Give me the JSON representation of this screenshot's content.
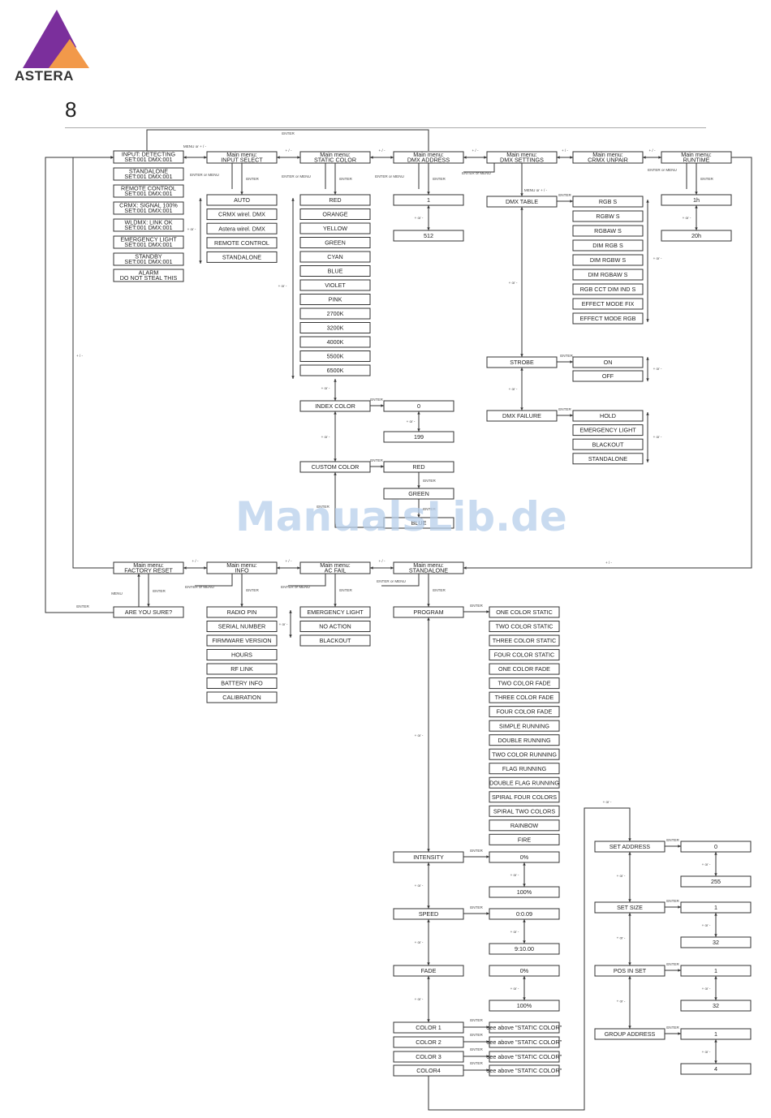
{
  "brand": {
    "name": "ASTERA",
    "colors": {
      "purple": "#7b2f9c",
      "orange": "#f2994a"
    }
  },
  "page": {
    "number": "8",
    "watermark": "ManualsLib.de"
  },
  "diagram": {
    "edge_labels": {
      "enter": "ENTER",
      "enter_or_menu": "ENTER or MENU",
      "menu": "MENU",
      "menu_plus_minus": "MENU or + / -",
      "plus_minus": "+ / -",
      "plus_or_minus": "+ or -"
    },
    "input_list": [
      [
        "INPUT: DETECTING",
        "SET:001  DMX:001"
      ],
      [
        "STANDALONE",
        "SET:001  DMX:001"
      ],
      [
        "REMOTE CONTROL",
        "SET:001  DMX:001"
      ],
      [
        "CRMX: SIGNAL 100%",
        "SET:001  DMX:001"
      ],
      [
        "WLDMX: LINK OK",
        "SET:001  DMX:001"
      ],
      [
        "EMERGENCY LIGHT",
        "SET:001  DMX:001"
      ],
      [
        "STANDBY",
        "SET:001  DMX:001"
      ],
      [
        "ALARM",
        "DO NOT STEAL THIS"
      ]
    ],
    "main_menus_top": [
      [
        "Main menu:",
        "INPUT SELECT"
      ],
      [
        "Main menu:",
        "STATIC COLOR"
      ],
      [
        "Main menu:",
        "DMX ADDRESS"
      ],
      [
        "Main menu:",
        "DMX SETTINGS"
      ],
      [
        "Main menu:",
        "CRMX UNPAIR"
      ],
      [
        "Main menu:",
        "RUNTIME"
      ]
    ],
    "main_menus_bottom": [
      [
        "Main menu:",
        "FACTORY RESET"
      ],
      [
        "Main menu:",
        "INFO"
      ],
      [
        "Main menu:",
        "AC FAIL"
      ],
      [
        "Main menu:",
        "STANDALONE"
      ]
    ],
    "input_select": [
      "AUTO",
      "CRMX wirel. DMX",
      "Astera wirel. DMX",
      "REMOTE CONTROL",
      "STANDALONE"
    ],
    "static_colors": [
      "RED",
      "ORANGE",
      "YELLOW",
      "GREEN",
      "CYAN",
      "BLUE",
      "VIOLET",
      "PINK",
      "2700K",
      "3200K",
      "4000K",
      "5500K",
      "6500K"
    ],
    "index_color": {
      "label": "INDEX COLOR",
      "min": "0",
      "max": "199"
    },
    "custom_color": {
      "label": "CUSTOM COLOR",
      "items": [
        "RED",
        "GREEN",
        "BLUE"
      ]
    },
    "dmx_address": {
      "min": "1",
      "max": "512"
    },
    "dmx_settings": {
      "table_label": "DMX TABLE",
      "tables": [
        "RGB S",
        "RGBW S",
        "RGBAW S",
        "DIM RGB S",
        "DIM RGBW S",
        "DIM RGBAW S",
        "RGB CCT DIM IND S",
        "EFFECT MODE FIX",
        "EFFECT MODE RGB"
      ],
      "strobe_label": "STROBE",
      "strobe": [
        "ON",
        "OFF"
      ],
      "failure_label": "DMX FAILURE",
      "failure": [
        "HOLD",
        "EMERGENCY LIGHT",
        "BLACKOUT",
        "STANDALONE"
      ]
    },
    "runtime": {
      "min": "1h",
      "max": "20h"
    },
    "factory_reset": {
      "confirm": "ARE YOU SURE?"
    },
    "info": [
      "RADIO PIN",
      "SERIAL NUMBER",
      "FIRMWARE VERSION",
      "HOURS",
      "RF LINK",
      "BATTERY INFO",
      "CALIBRATION"
    ],
    "ac_fail": [
      "EMERGENCY LIGHT",
      "NO ACTION",
      "BLACKOUT"
    ],
    "standalone": {
      "program_label": "PROGRAM",
      "programs": [
        "ONE COLOR STATIC",
        "TWO COLOR STATIC",
        "THREE COLOR STATIC",
        "FOUR COLOR STATIC",
        "ONE COLOR FADE",
        "TWO COLOR FADE",
        "THREE COLOR FADE",
        "FOUR COLOR FADE",
        "SIMPLE RUNNING",
        "DOUBLE RUNNING",
        "TWO COLOR RUNNING",
        "FLAG RUNNING",
        "DOUBLE FLAG RUNNING",
        "SPIRAL FOUR COLORS",
        "SPIRAL TWO COLORS",
        "RAINBOW",
        "FIRE"
      ],
      "intensity": {
        "label": "INTENSITY",
        "min": "0%",
        "max": "100%"
      },
      "speed": {
        "label": "SPEED",
        "min": "0:0.09",
        "max": "9:10.00"
      },
      "fade": {
        "label": "FADE",
        "min": "0%",
        "max": "100%"
      },
      "colors": [
        "COLOR 1",
        "COLOR 2",
        "COLOR 3",
        "COLOR4"
      ],
      "see_above": "see above \"STATIC COLOR\""
    },
    "group_settings": [
      {
        "label": "SET ADDRESS",
        "min": "0",
        "max": "255"
      },
      {
        "label": "SET SIZE",
        "min": "1",
        "max": "32"
      },
      {
        "label": "POS IN SET",
        "min": "1",
        "max": "32"
      },
      {
        "label": "GROUP ADDRESS",
        "min": "1",
        "max": "4"
      }
    ]
  }
}
